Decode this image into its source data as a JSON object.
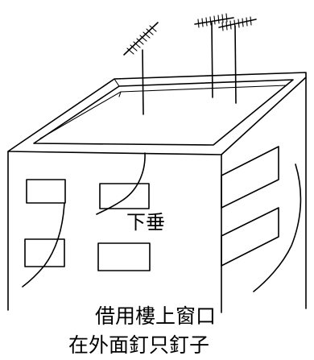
{
  "labels": {
    "drop": "下垂"
  },
  "caption": {
    "line1": "借用樓上窗口",
    "line2": "在外面釘只釘子"
  },
  "colors": {
    "ink": "#000000",
    "background": "#ffffff"
  }
}
